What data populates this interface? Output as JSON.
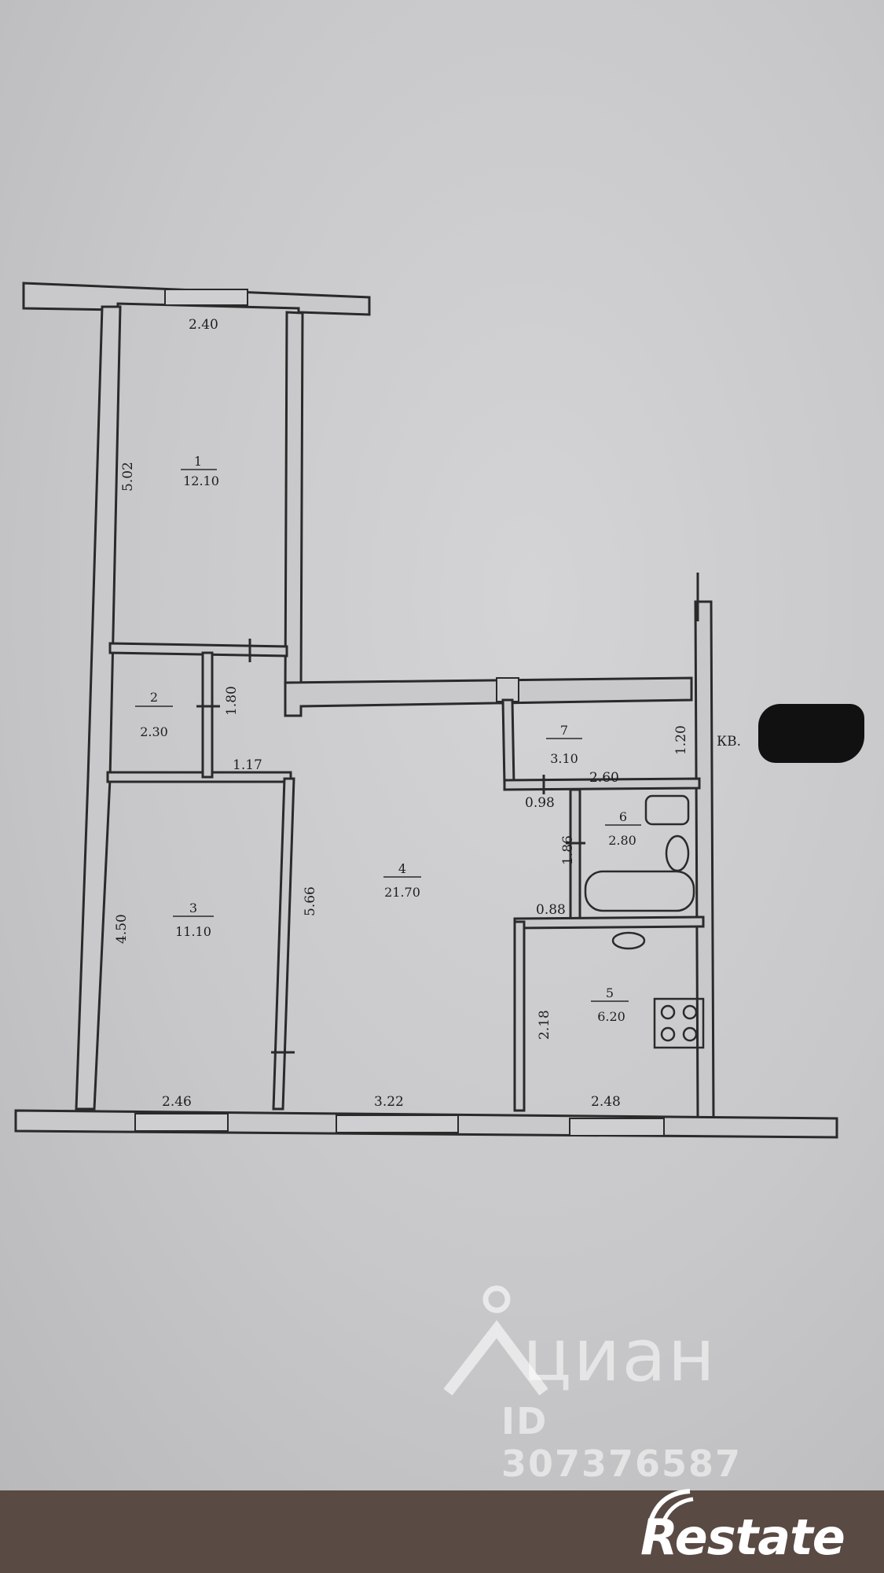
{
  "plan": {
    "rooms": [
      {
        "number": "1",
        "area": "12.10"
      },
      {
        "number": "2",
        "area": "2.30"
      },
      {
        "number": "3",
        "area": "11.10"
      },
      {
        "number": "4",
        "area": "21.70"
      },
      {
        "number": "5",
        "area": "6.20"
      },
      {
        "number": "6",
        "area": "2.80"
      },
      {
        "number": "7",
        "area": "3.10"
      }
    ],
    "dimensions": {
      "room1_width": "2.40",
      "room1_length": "5.02",
      "room2_length": "1.80",
      "corridor_width": "1.17",
      "room3_length": "4.50",
      "room3_width": "2.46",
      "room4_length": "5.66",
      "room4_width": "3.22",
      "room5_width": "2.48",
      "room5_length": "2.18",
      "room6_width": "2.60",
      "room6_length": "1.86",
      "room7_length": "1.20",
      "room7_offset": "0.98",
      "room5_offset": "0.88"
    },
    "entrance_label": "КВ."
  },
  "watermark": {
    "brand": "циан",
    "id": "ID 307376587"
  },
  "logo": {
    "text": "Restate"
  },
  "colors": {
    "paper": "#c8c8ca",
    "line": "#2a2a2a",
    "background": "#5a4a44"
  }
}
